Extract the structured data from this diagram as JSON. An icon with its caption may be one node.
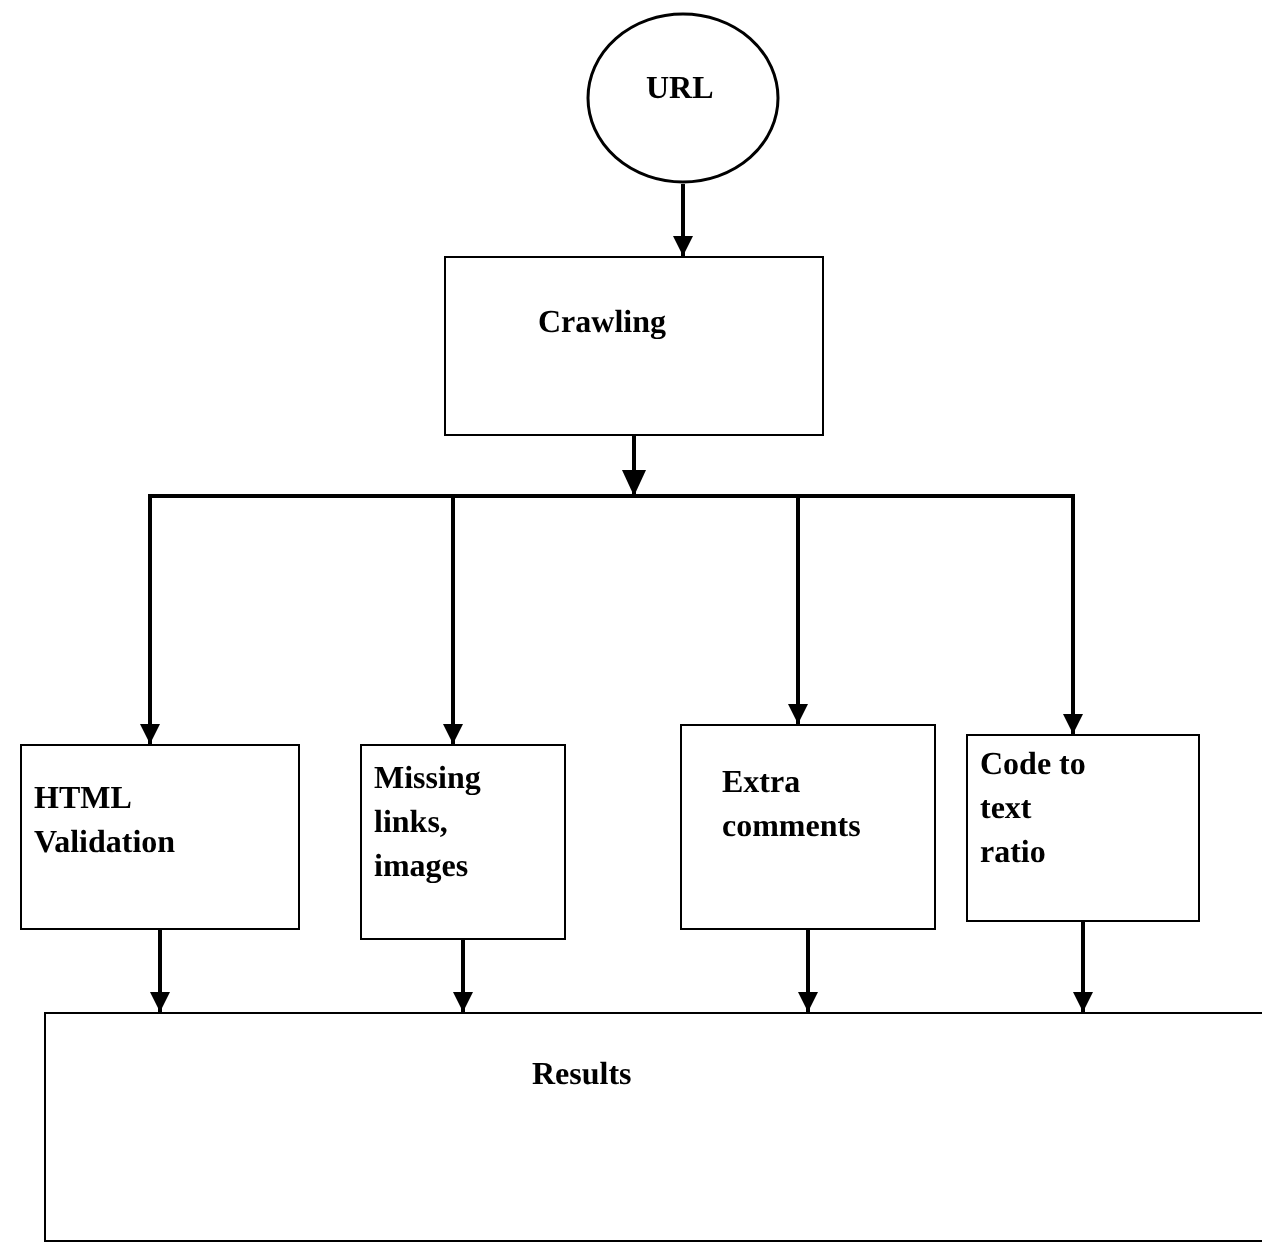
{
  "diagram": {
    "nodes": [
      {
        "text": [
          "URL"
        ]
      },
      {
        "text": [
          "Crawling"
        ]
      },
      {
        "text": [
          "HTML Validation"
        ]
      },
      {
        "text": [
          "Missing links, images"
        ]
      },
      {
        "text": [
          "Extra comments"
        ]
      },
      {
        "text": [
          "Code to text ratio"
        ]
      },
      {
        "text": [
          "Results"
        ]
      }
    ],
    "edges": [
      {
        "from": 0,
        "to": 1,
        "arrow": "to"
      },
      {
        "from": 1,
        "to": 2,
        "arrow": "to"
      },
      {
        "from": 1,
        "to": 3,
        "arrow": "to"
      },
      {
        "from": 1,
        "to": 4,
        "arrow": "to"
      },
      {
        "from": 1,
        "to": 5,
        "arrow": "to"
      },
      {
        "from": 2,
        "to": 6,
        "arrow": "to"
      },
      {
        "from": 3,
        "to": 6,
        "arrow": "to"
      },
      {
        "from": 4,
        "to": 6,
        "arrow": "to"
      },
      {
        "from": 5,
        "to": 6,
        "arrow": "to"
      }
    ]
  }
}
